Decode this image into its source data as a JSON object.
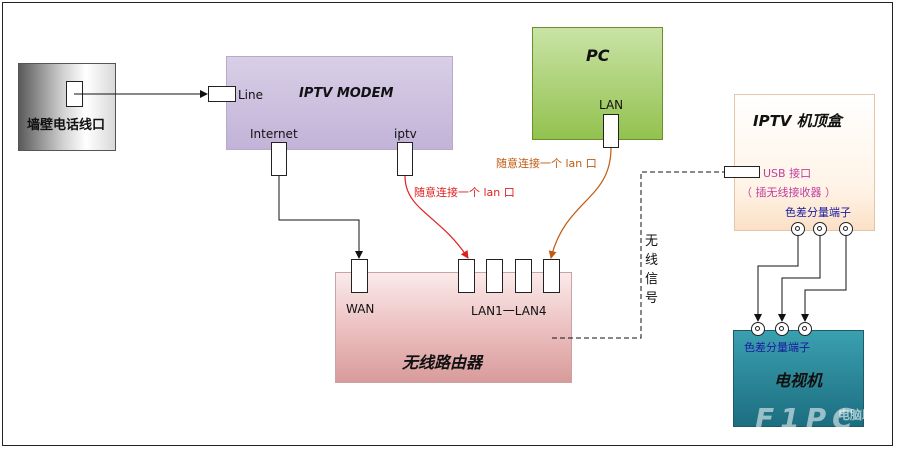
{
  "wall": {
    "label": "墙壁电话线口"
  },
  "modem": {
    "title": "IPTV MODEM",
    "port_line": "Line",
    "port_internet": "Internet",
    "port_iptv": "iptv"
  },
  "pc": {
    "title": "PC",
    "port_lan": "LAN"
  },
  "stb": {
    "title": "IPTV 机顶盒",
    "usb_label": "USB 接口",
    "usb_note": "（ 插无线接收器 ）",
    "component_label": "色差分量端子"
  },
  "router": {
    "title": "无线路由器",
    "wan_label": "WAN",
    "lan_label": "LAN1一LAN4"
  },
  "tv": {
    "title": "电视机",
    "component_label": "色差分量端子"
  },
  "annotations": {
    "iptv_to_lan": "随意连接一个 lan 口",
    "pc_to_lan": "随意连接一个 lan 口",
    "wireless": "无线信号"
  },
  "watermark": {
    "text": "F1PC",
    "sub": "电脑助手"
  },
  "colors": {
    "red_link": "#e02020",
    "brown_link": "#c05a10",
    "component_blue": "#1a1aa0",
    "usb_pink": "#c040a0"
  }
}
